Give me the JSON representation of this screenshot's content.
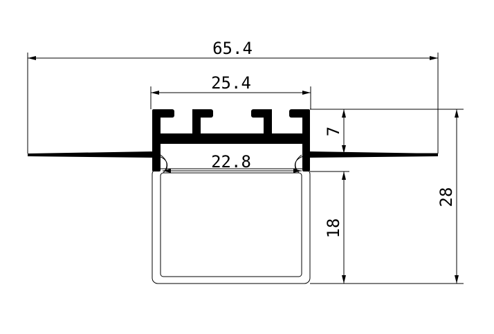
{
  "drawing": {
    "dimensions": {
      "overall_width": "65.4",
      "top_width": "25.4",
      "inner_width": "22.8",
      "top_height": "7",
      "diffuser_height": "18",
      "total_height": "28"
    },
    "colors": {
      "line": "#000000",
      "background": "#ffffff"
    }
  }
}
